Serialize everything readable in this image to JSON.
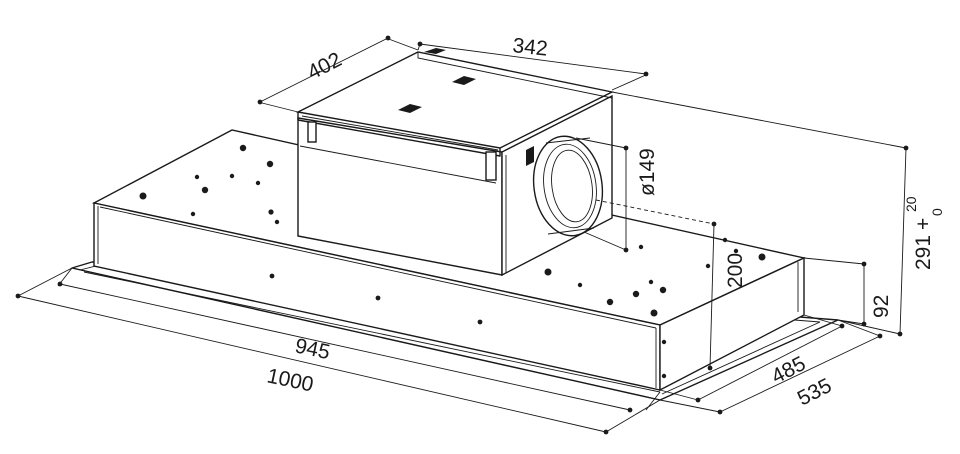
{
  "dimensions": {
    "box_depth": "402",
    "box_width": "342",
    "outlet_diameter": "ø149",
    "height_with_box": "200",
    "body_height": "92",
    "total_height_value": "291",
    "total_height_tol_plus": "20",
    "total_height_tol_zero": "0",
    "inner_width": "945",
    "outer_width": "1000",
    "inner_depth": "485",
    "outer_depth": "535"
  }
}
